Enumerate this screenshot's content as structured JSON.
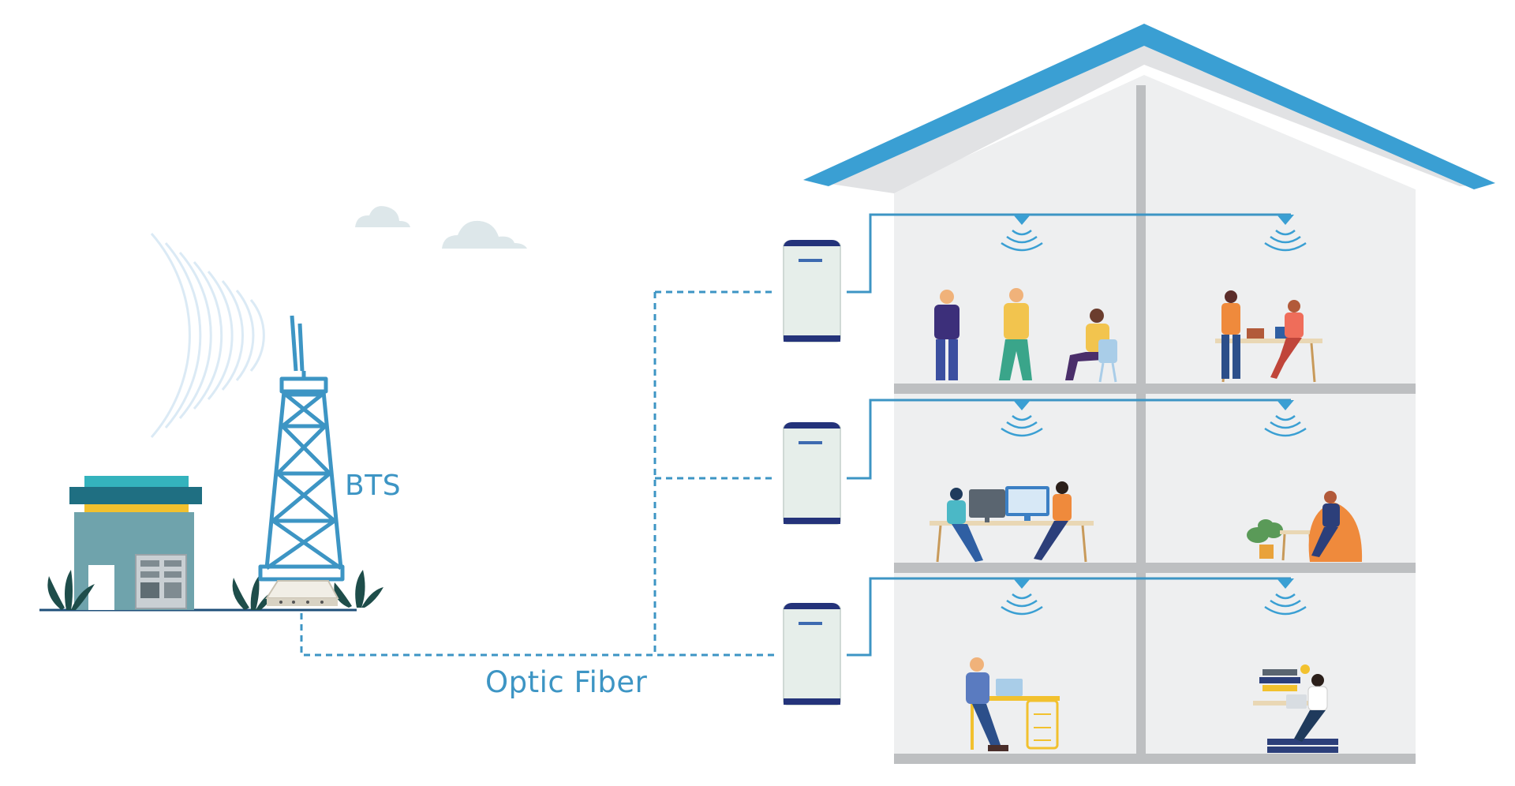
{
  "labels": {
    "bts": "BTS",
    "optic_fiber": "Optic Fiber"
  },
  "colors": {
    "roof_blue": "#3a9fd3",
    "fiber_blue": "#3d95c4",
    "wall_light": "#eeeff0",
    "floor_gray": "#bdbfc1",
    "tower_blue": "#3d95c4",
    "building_teal": "#6fa3ac",
    "roof_teal": "#1f6f82",
    "accent_yellow": "#f2c12e",
    "plant_green": "#1e4d4a",
    "repeater_body": "#e6eeea",
    "repeater_navy": "#24337a"
  },
  "icons": [
    "cell-tower-icon",
    "base-station-building-icon",
    "repeater-unit-icon",
    "ceiling-antenna-icon",
    "wifi-signal-icon",
    "cloud-icon",
    "plant-icon",
    "person-icon"
  ],
  "rooms": [
    {
      "floor": 3,
      "side": "left",
      "scene": "people-with-phones"
    },
    {
      "floor": 3,
      "side": "right",
      "scene": "meeting-at-table"
    },
    {
      "floor": 2,
      "side": "left",
      "scene": "office-desks-with-monitors"
    },
    {
      "floor": 2,
      "side": "right",
      "scene": "relaxing-in-beanbag"
    },
    {
      "floor": 1,
      "side": "left",
      "scene": "person-at-desk-with-laptop"
    },
    {
      "floor": 1,
      "side": "right",
      "scene": "person-with-laptop-on-books"
    }
  ]
}
